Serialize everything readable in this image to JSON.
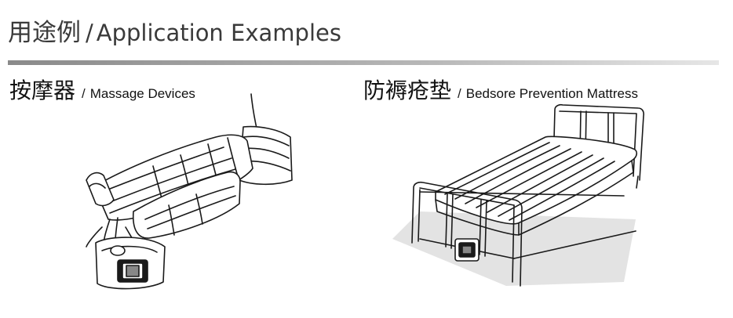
{
  "header": {
    "title_zh": "用途例",
    "separator": "/",
    "title_en": "Application Examples"
  },
  "sections": [
    {
      "heading_zh": "按摩器",
      "separator": "/",
      "heading_en": "Massage Devices",
      "illustration": "massage-device-illustration"
    },
    {
      "heading_zh": "防褥疮垫",
      "separator": "/",
      "heading_en": "Bedsore Prevention Mattress",
      "illustration": "bedsore-mattress-illustration"
    }
  ],
  "colors": {
    "text": "#1a1a1a",
    "rule_dark": "#8a8a8a",
    "rule_light": "#e6e6e6",
    "line_art": "#1a1a1a",
    "floor_shadow": "#e3e3e3"
  }
}
